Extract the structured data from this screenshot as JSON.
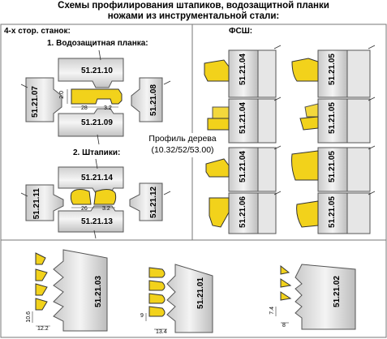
{
  "title": {
    "line1": "Схемы профилирования штапиков, водозащитной планки",
    "line2": "ножами из инструментальной стали:"
  },
  "sections": {
    "four_side": "4-х стор. станок:",
    "fsh": "ФСШ:",
    "water_strip": "1. Водозащитная планка:",
    "beads": "2. Штапики:"
  },
  "profile": {
    "line1": "Профиль дерева",
    "line2": "(10.32/52/53.00)"
  },
  "water_strip": {
    "top": "51.21.10",
    "left": "51.21.07",
    "right": "51.21.08",
    "bottom": "51.21.09",
    "dim_h": "2.0",
    "dim_a": "28",
    "dim_b": "3.2"
  },
  "beads": {
    "top": "51.21.14",
    "left": "51.21.11",
    "right": "51.21.12",
    "bottom": "51.21.13",
    "dim_a": "26",
    "dim_b": "3.2"
  },
  "fsh": {
    "left": [
      "51.21.04",
      "51.21.04",
      "51.21.04",
      "51.21.06"
    ],
    "right": [
      "51.21.05",
      "51.21.05",
      "51.21.05",
      "51.21.05"
    ]
  },
  "bottom_tools": {
    "t1": {
      "code": "51.21.03",
      "dim_h": "10.6",
      "dim_w": "12.2"
    },
    "t2": {
      "code": "51.21.01",
      "dim_h": "9",
      "dim_w": "13.4"
    },
    "t3": {
      "code": "51.21.02",
      "dim_h": "7.4",
      "dim_w": "8"
    }
  },
  "colors": {
    "profile_fill": "#f2d21b",
    "tool_fill": "#d8d8d8",
    "line": "#555555"
  }
}
